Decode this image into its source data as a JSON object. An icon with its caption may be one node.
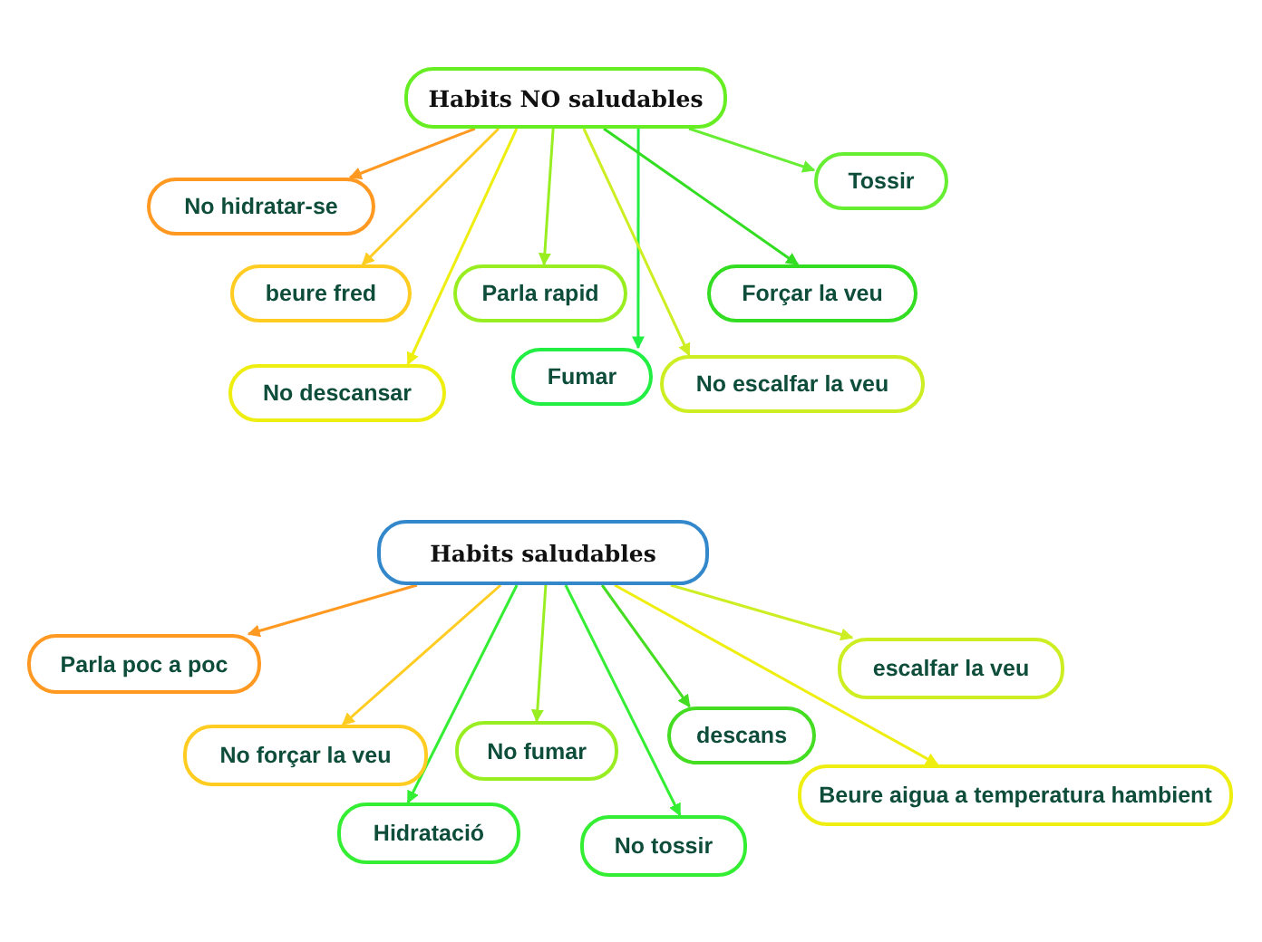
{
  "diagram": {
    "nodes": [
      {
        "text": [
          "Habits NO saludables"
        ]
      },
      {
        "text": [
          "No hidratar-se"
        ]
      },
      {
        "text": [
          "beure fred"
        ]
      },
      {
        "text": [
          "No descansar"
        ]
      },
      {
        "text": [
          "Parla rapid"
        ]
      },
      {
        "text": [
          "Fumar"
        ]
      },
      {
        "text": [
          "Forçar la veu"
        ]
      },
      {
        "text": [
          "No escalfar la veu"
        ]
      },
      {
        "text": [
          "Tossir"
        ]
      },
      {
        "text": [
          "Habits saludables"
        ]
      },
      {
        "text": [
          "Parla poc a poc"
        ]
      },
      {
        "text": [
          "No forçar la veu"
        ]
      },
      {
        "text": [
          "No fumar"
        ]
      },
      {
        "text": [
          "Hidratació"
        ]
      },
      {
        "text": [
          "No tossir"
        ]
      },
      {
        "text": [
          "descans"
        ]
      },
      {
        "text": [
          "escalfar la veu"
        ]
      },
      {
        "text": [
          "Beure aigua a temperatura hambient"
        ]
      }
    ],
    "edges": [
      {
        "from": 0,
        "to": 1,
        "arrow": "to",
        "color": "#ff9922"
      },
      {
        "from": 0,
        "to": 2,
        "arrow": "to",
        "color": "#ffcc22"
      },
      {
        "from": 0,
        "to": 3,
        "arrow": "to",
        "color": "#eeee11"
      },
      {
        "from": 0,
        "to": 4,
        "arrow": "to",
        "color": "#99ee22"
      },
      {
        "from": 0,
        "to": 5,
        "arrow": "to",
        "color": "#22ee44"
      },
      {
        "from": 0,
        "to": 6,
        "arrow": "to",
        "color": "#33dd22"
      },
      {
        "from": 0,
        "to": 7,
        "arrow": "to",
        "color": "#ccee22"
      },
      {
        "from": 0,
        "to": 8,
        "arrow": "to",
        "color": "#66ee33"
      },
      {
        "from": 9,
        "to": 10,
        "arrow": "to",
        "color": "#ff9922"
      },
      {
        "from": 9,
        "to": 11,
        "arrow": "to",
        "color": "#ffcc22"
      },
      {
        "from": 9,
        "to": 12,
        "arrow": "to",
        "color": "#99ee22"
      },
      {
        "from": 9,
        "to": 13,
        "arrow": "to",
        "color": "#33ee33"
      },
      {
        "from": 9,
        "to": 14,
        "arrow": "to",
        "color": "#33ee33"
      },
      {
        "from": 9,
        "to": 15,
        "arrow": "to",
        "color": "#44dd22"
      },
      {
        "from": 9,
        "to": 16,
        "arrow": "to",
        "color": "#ccee22"
      },
      {
        "from": 9,
        "to": 17,
        "arrow": "to",
        "color": "#eeee11"
      }
    ]
  }
}
